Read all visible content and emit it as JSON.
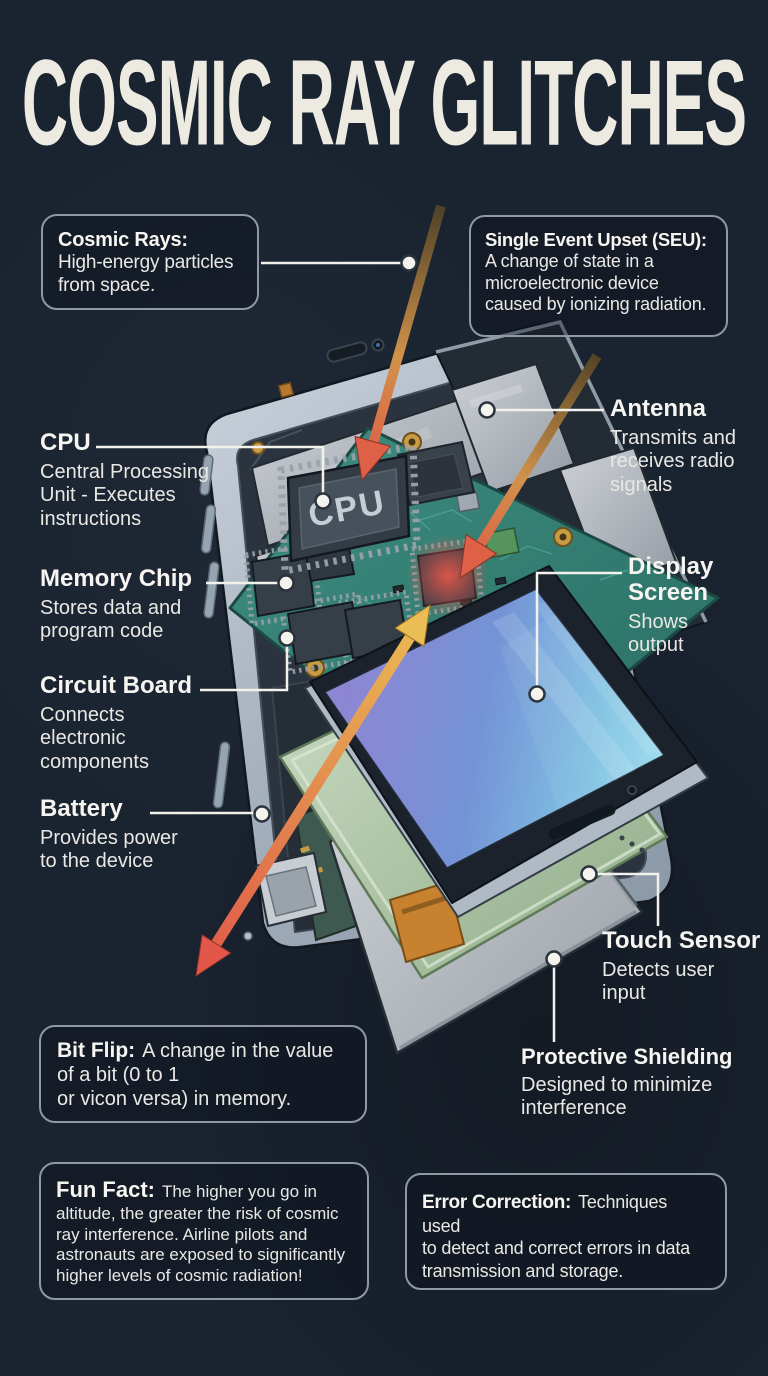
{
  "title": "COSMIC RAY GLITCHES",
  "colors": {
    "background": "#1A2330",
    "panel_border": "#8E99A4",
    "text_primary": "#F6F5F1",
    "text_secondary": "#E9E8E4",
    "leader_line": "#F2F1EC",
    "arrow_red": "#DE6047",
    "arrow_yellow": "#EBBE55"
  },
  "info_boxes": {
    "cosmic_rays": {
      "title": "Cosmic Rays:",
      "body": "High-energy particles\nfrom space."
    },
    "seu": {
      "title": "Single Event Upset (SEU):",
      "body": "A change of state in a\nmicroelectronic device\ncaused by ionizing radiation."
    },
    "bit_flip": {
      "title": "Bit Flip:",
      "body": "A change in the value\nof a bit (0 to 1\nor vicon versa) in memory."
    },
    "fun_fact": {
      "title": "Fun Fact:",
      "body": "The higher you go in\naltitude, the greater the risk of cosmic\nray interference. Airline pilots and\nastronauts are exposed to significantly\nhigher levels of cosmic radiation!"
    },
    "error_correction": {
      "title": "Error Correction:",
      "body": "Techniques used\nto detect and correct errors in data\ntransmission and storage."
    }
  },
  "component_labels": {
    "cpu": {
      "title": "CPU",
      "body": "Central Processing\nUnit - Executes\ninstructions"
    },
    "memory_chip": {
      "title": "Memory Chip",
      "body": "Stores data and\nprogram code"
    },
    "circuit_board": {
      "title": "Circuit Board",
      "body": "Connects\nelectronic\ncomponents"
    },
    "battery": {
      "title": "Battery",
      "body": "Provides power\nto the device"
    },
    "antenna": {
      "title": "Antenna",
      "body": "Transmits and\nreceives radio\nsignals"
    },
    "display_screen": {
      "title": "Display\nScreen",
      "body": "Shows\noutput"
    },
    "touch_sensor": {
      "title": "Touch Sensor",
      "body": "Detects user\ninput"
    },
    "protective_shielding": {
      "title": "Protective Shielding",
      "body": "Designed to minimize\ninterference"
    }
  },
  "illustration": {
    "chip_label": "CPU"
  }
}
